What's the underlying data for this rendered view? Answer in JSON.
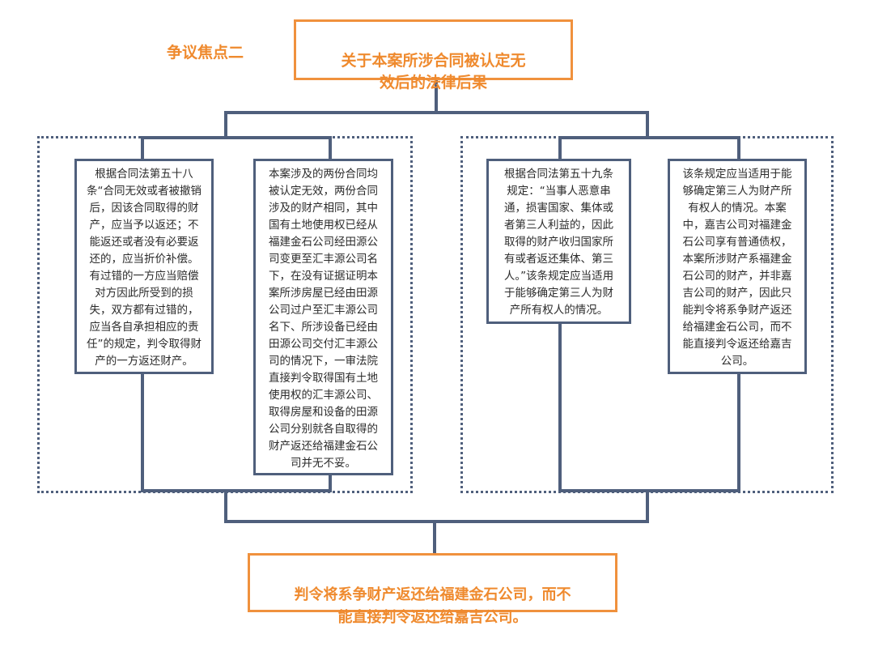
{
  "focus_label": "争议焦点二",
  "top_box": "关于本案所涉合同被认定无\n效后的法律后果",
  "left_group": {
    "box1": "根据合同法第五十八\n条“合同无效或者被撤销\n后，因该合同取得的财\n产，应当予以返还；不\n能返还或者没有必要返\n还的，应当折价补偿。\n有过错的一方应当赔偿\n对方因此所受到的损\n失，双方都有过错的，\n应当各自承担相应的责\n任”的规定，判令取得财\n产的一方返还财产。",
    "box2": "本案涉及的两份合同均\n被认定无效，两份合同\n涉及的财产相同，其中\n国有土地使用权已经从\n福建金石公司经田源公\n司变更至汇丰源公司名\n下，在没有证据证明本\n案所涉房屋已经由田源\n公司过户至汇丰源公司\n名下、所涉设备已经由\n田源公司交付汇丰源公\n司的情况下，一审法院\n直接判令取得国有土地\n使用权的汇丰源公司、\n取得房屋和设备的田源\n公司分别就各自取得的\n财产返还给福建金石公\n司并无不妥。"
  },
  "right_group": {
    "box1": "根据合同法第五十九条\n规定：“当事人恶意串\n通，损害国家、集体或\n者第三人利益的，因此\n取得的财产收归国家所\n有或者返还集体、第三\n人。”该条规定应当适用\n于能够确定第三人为财\n产所有权人的情况。",
    "box2": "该条规定应当适用于能\n够确定第三人为财产所\n有权人的情况。本案\n中，嘉吉公司对福建金\n石公司享有普通债权，\n本案所涉财产系福建金\n石公司的财产，并非嘉\n吉公司的财产，因此只\n能判令将系争财产返还\n给福建金石公司，而不\n能直接判令返还给嘉吉\n公司。"
  },
  "bottom_box": "判令将系争财产返还给福建金石公司，而不\n能直接判令返还给嘉吉公司。",
  "colors": {
    "accent_orange": "#ef8a2e",
    "line_blue": "#4f5f7c"
  }
}
